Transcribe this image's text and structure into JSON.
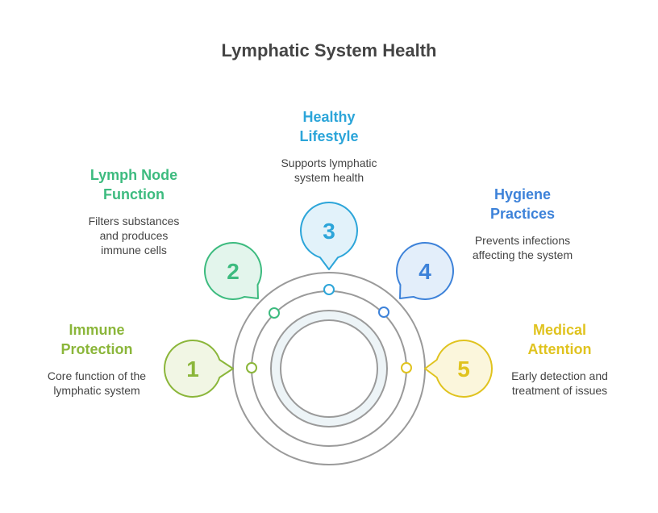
{
  "title": "Lymphatic System Health",
  "items": [
    {
      "number": "1",
      "title_lines": [
        "Immune",
        "Protection"
      ],
      "desc_lines": [
        "Core function of the",
        "lymphatic system"
      ],
      "color": "#8BB63A",
      "fill": "#F1F6E4"
    },
    {
      "number": "2",
      "title_lines": [
        "Lymph Node",
        "Function"
      ],
      "desc_lines": [
        "Filters substances",
        "and produces",
        "immune cells"
      ],
      "color": "#3DBB7F",
      "fill": "#E3F5EC"
    },
    {
      "number": "3",
      "title_lines": [
        "Healthy",
        "Lifestyle"
      ],
      "desc_lines": [
        "Supports lymphatic",
        "system health"
      ],
      "color": "#2CA5D9",
      "fill": "#E2F2FA"
    },
    {
      "number": "4",
      "title_lines": [
        "Hygiene",
        "Practices"
      ],
      "desc_lines": [
        "Prevents infections",
        "affecting the system"
      ],
      "color": "#3D82D9",
      "fill": "#E3EEFA"
    },
    {
      "number": "5",
      "title_lines": [
        "Medical",
        "Attention"
      ],
      "desc_lines": [
        "Early detection and",
        "treatment of issues"
      ],
      "color": "#E0C31F",
      "fill": "#FBF6DC"
    }
  ]
}
